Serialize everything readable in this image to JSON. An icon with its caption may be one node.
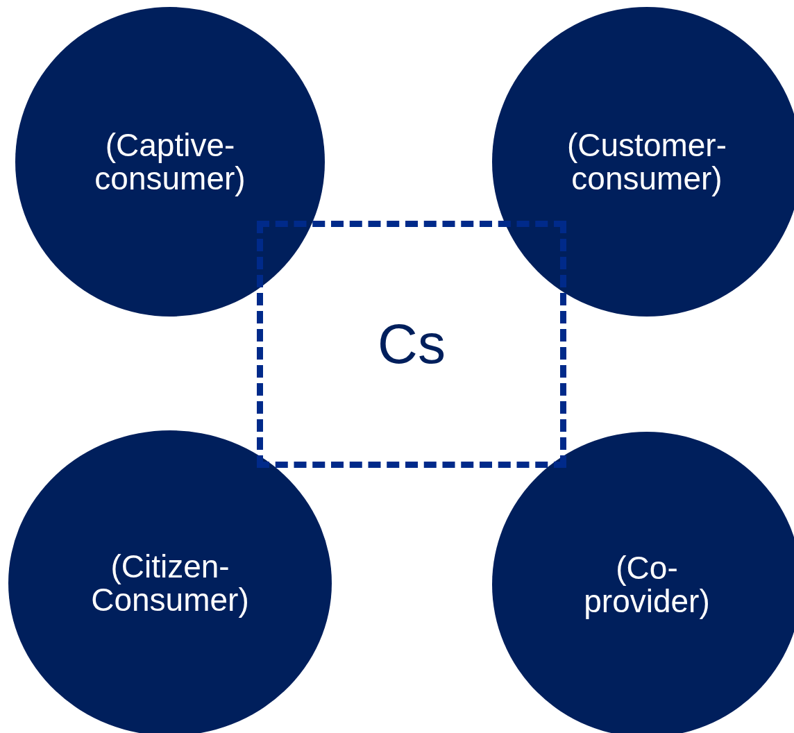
{
  "diagram": {
    "nodes": [
      {
        "text": [
          "(Captive- consumer)"
        ]
      },
      {
        "text": [
          "(Customer- consumer)"
        ]
      },
      {
        "text": [
          "Cs"
        ]
      },
      {
        "text": [
          "(Citizen- Consumer)"
        ]
      },
      {
        "text": [
          "(Co- provider)"
        ]
      }
    ]
  }
}
